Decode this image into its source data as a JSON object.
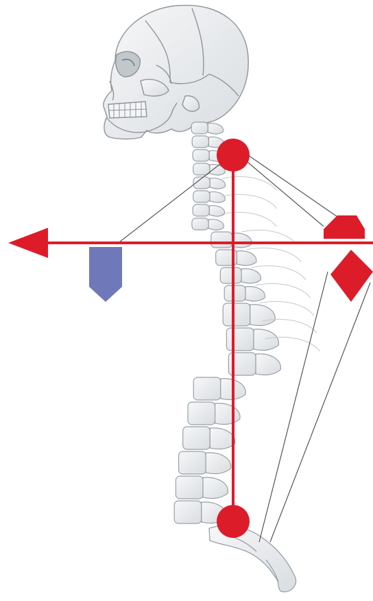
{
  "diagram": {
    "subject": "spine-skeleton-lateral-view",
    "colors": {
      "background": "#ffffff",
      "bone_fill": "#eef0f2",
      "bone_stroke": "#9aa0a6",
      "red": "#dd1c2a",
      "blue": "#6f78b8",
      "thin_line": "#555555"
    },
    "markers": [
      {
        "id": "cervical-apex-circle",
        "shape": "circle",
        "color": "red"
      },
      {
        "id": "sacral-circle",
        "shape": "circle",
        "color": "red"
      },
      {
        "id": "anterior-blue-tag",
        "shape": "pentagon-pointing-down",
        "color": "blue"
      },
      {
        "id": "posterior-red-pentagon",
        "shape": "pentagon-pointing-up",
        "color": "red"
      },
      {
        "id": "posterior-red-diamond",
        "shape": "diamond",
        "color": "red"
      }
    ],
    "arrows": [
      {
        "id": "anterior-arrow",
        "direction": "left",
        "color": "red"
      }
    ]
  }
}
